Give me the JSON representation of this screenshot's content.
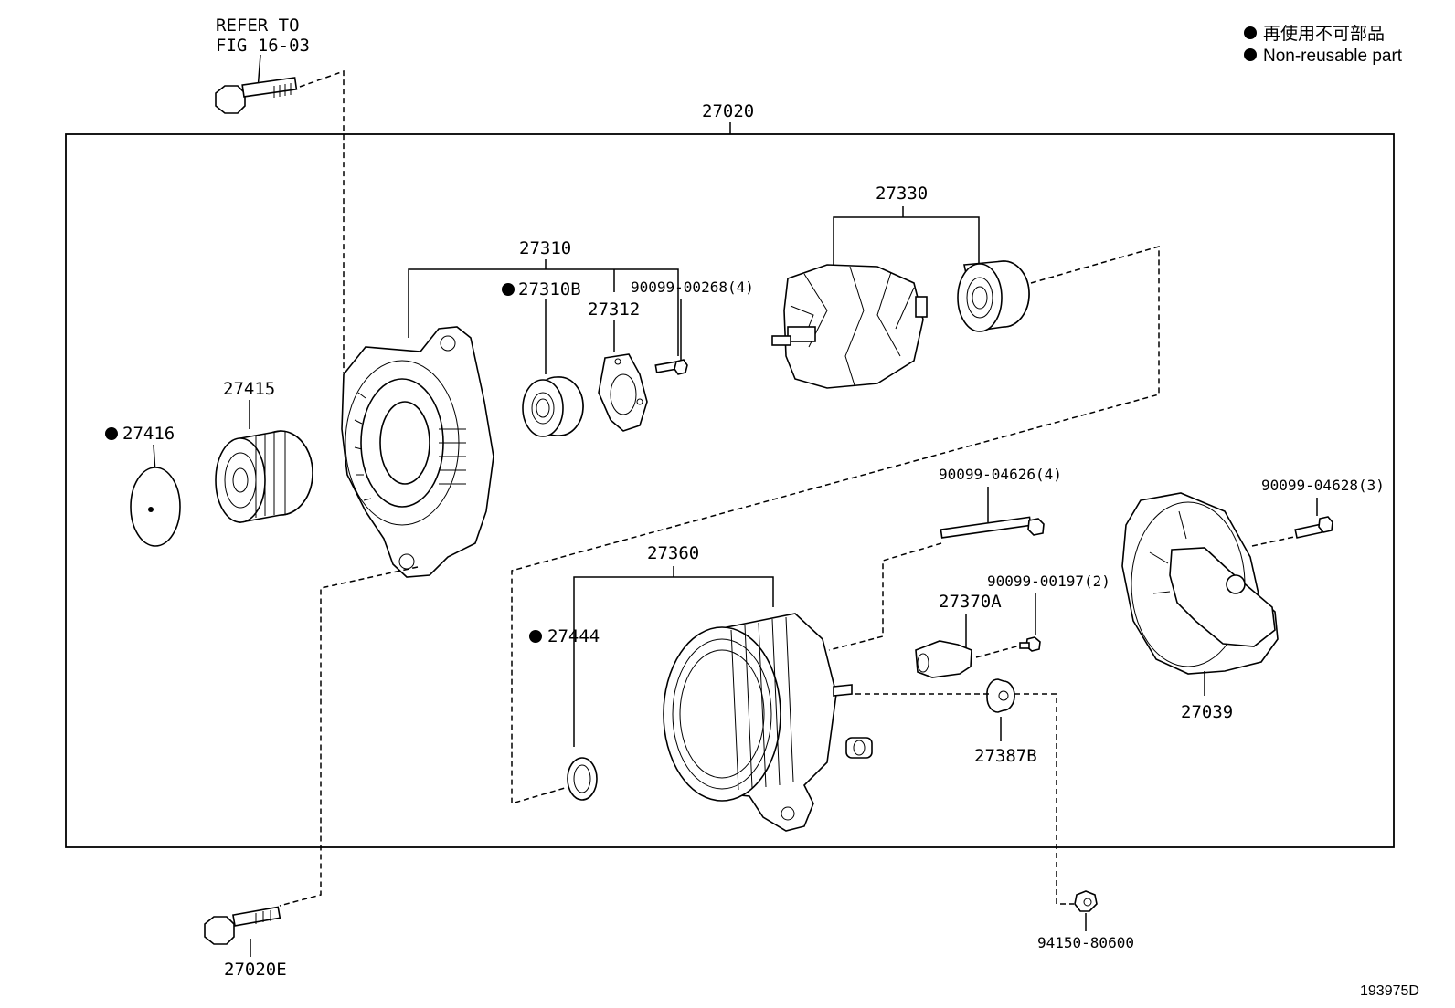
{
  "legend": {
    "jp": "再使用不可部品",
    "en": "Non-reusable part"
  },
  "refer": {
    "line1": "REFER TO",
    "line2": "FIG 16-03"
  },
  "figure_id": "193975D",
  "callouts": {
    "assembly": "27020",
    "rotor": "27330",
    "drive_frame": "27310",
    "bearing_front": "27310B",
    "screw_268": "90099-00268(4)",
    "retainer": "27312",
    "pulley": "27415",
    "pulley_cap": "27416",
    "stator_frame": "27360",
    "bolt_4626": "90099-04626(4)",
    "bolt_4628": "90099-04628(3)",
    "brush_holder": "27370A",
    "screw_197": "90099-00197(2)",
    "washer": "27444",
    "rear_cover": "27039",
    "terminal_insulator": "27387B",
    "nut": "94150-80600",
    "bolt_27020e": "27020E"
  }
}
